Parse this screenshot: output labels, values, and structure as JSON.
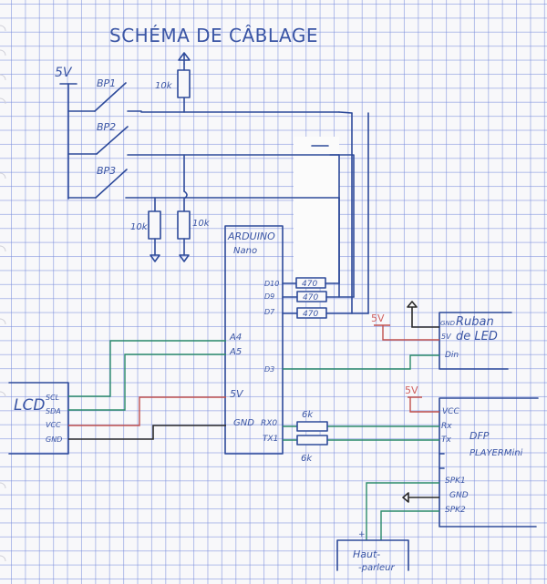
{
  "title": "SCHÉMA DE CÂBLAGE",
  "colors": {
    "ink": "#2d4a9a",
    "signal_wire": "#2a8a6a",
    "power_wire": "#c0504d",
    "ground_wire": "#2a2a2a",
    "grid": "#8c9be0"
  },
  "power": {
    "rail_label": "5V"
  },
  "buttons": [
    {
      "label": "BP1"
    },
    {
      "label": "BP2"
    },
    {
      "label": "BP3"
    }
  ],
  "resistors": {
    "pullup_top": "10k",
    "pulldown_left": "10k",
    "pulldown_right": "10k",
    "d10": "470",
    "d9": "470",
    "d7": "470",
    "rx": "6k",
    "tx": "6k"
  },
  "arduino": {
    "name_line1": "ARDUINO",
    "name_line2": "Nano",
    "pins": {
      "d10": "D10",
      "d9": "D9",
      "d7": "D7",
      "a4": "A4",
      "a5": "A5",
      "d3": "D3",
      "v5": "5V",
      "gnd": "GND",
      "rx0": "RX0",
      "tx1": "TX1"
    }
  },
  "lcd": {
    "name": "LCD",
    "pins": [
      "SCL",
      "SDA",
      "VCC",
      "GND"
    ]
  },
  "led_strip": {
    "name_line1": "Ruban",
    "name_line2": "de LED",
    "pins": {
      "gnd": "GND",
      "v5": "5V",
      "din": "Din"
    },
    "supply_label": "5V"
  },
  "dfplayer": {
    "name_line1": "DFP",
    "name_line2": "PLAYERMini",
    "supply_label": "5V",
    "pins": {
      "vcc": "VCC",
      "rx": "Rx",
      "tx": "Tx",
      "spk1": "SPK1",
      "gnd": "GND",
      "spk2": "SPK2"
    }
  },
  "speaker": {
    "name_line1": "Haut-",
    "name_line2": "-parleur",
    "plus": "+"
  }
}
